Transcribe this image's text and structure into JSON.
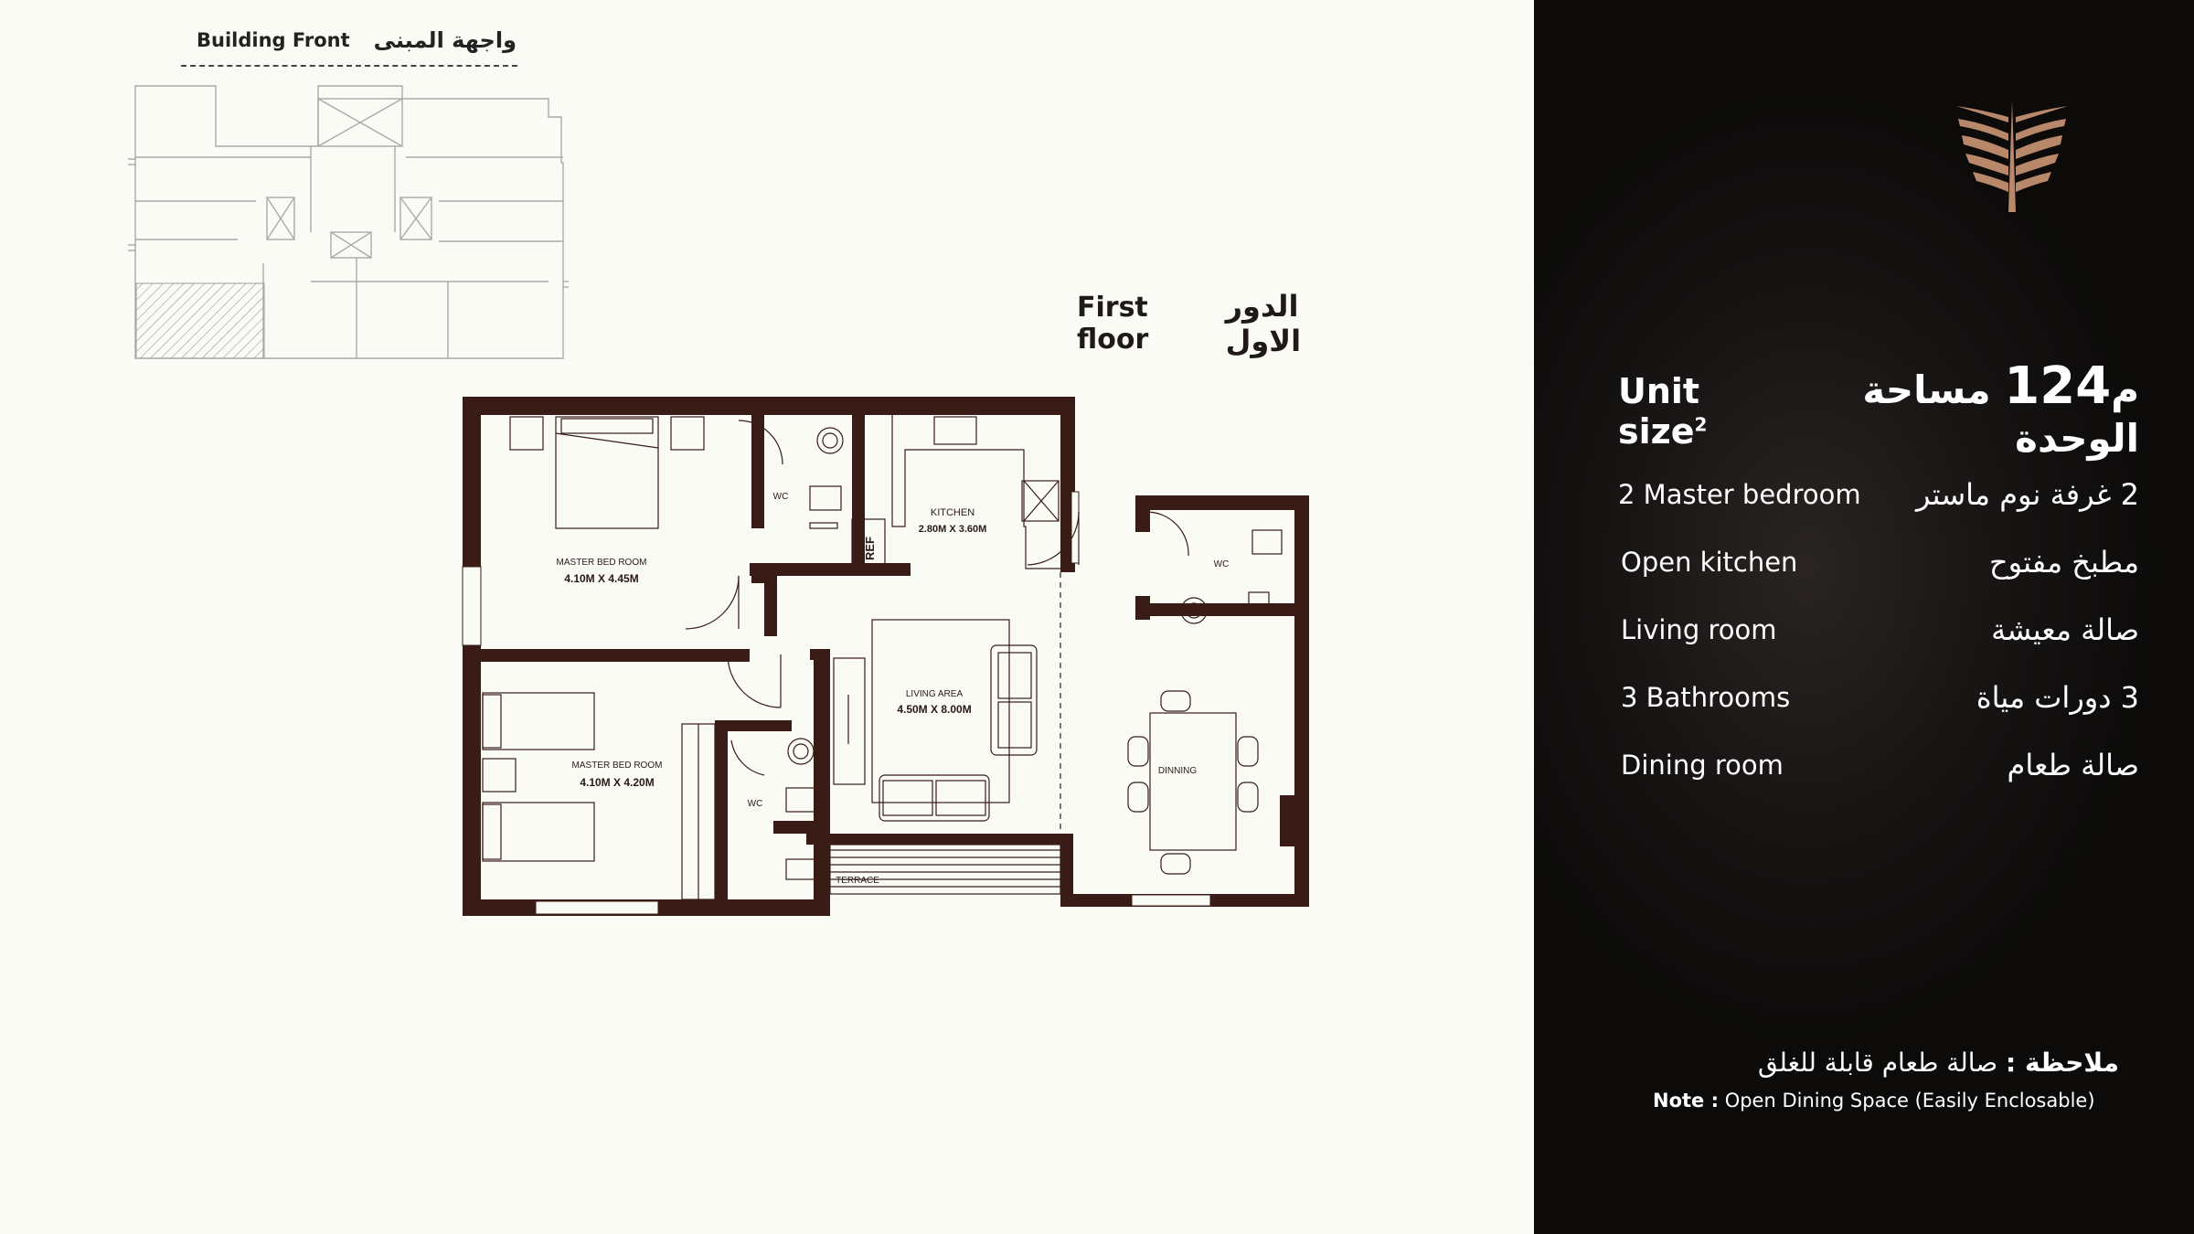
{
  "building_front": {
    "label_en": "Building Front",
    "label_ar": "واجهة المبنى"
  },
  "floor": {
    "label_en": "First floor",
    "label_ar": "الدور الاول"
  },
  "plan": {
    "master_bedroom_1": {
      "name": "MASTER BED ROOM",
      "dims": "4.10M X 4.45M"
    },
    "master_bedroom_2": {
      "name": "MASTER BED ROOM",
      "dims": "4.10M X 4.20M"
    },
    "kitchen": {
      "name": "KITCHEN",
      "dims": "2.80M X 3.60M"
    },
    "living": {
      "name": "LIVING AREA",
      "dims": "4.50M X 8.00M"
    },
    "dining": {
      "name": "DINNING"
    },
    "terrace": {
      "name": "TERRACE"
    },
    "wc": "WC",
    "ref": "REF"
  },
  "unit": {
    "label_en": "Unit size",
    "size_value": "124",
    "unit_ar": "م",
    "unit_sup": "2",
    "label_ar": "مساحة الوحدة"
  },
  "features": [
    {
      "en": "2 Master bedroom",
      "ar": "2 غرفة نوم ماستر"
    },
    {
      "en": "Open kitchen",
      "ar": "مطبخ مفتوح"
    },
    {
      "en": "Living room",
      "ar": "صالة معيشة"
    },
    {
      "en": "3 Bathrooms",
      "ar": "3 دورات مياة"
    },
    {
      "en": "Dining room",
      "ar": "صالة طعام"
    }
  ],
  "note": {
    "ar_label": "ملاحظة :",
    "ar_text": "صالة طعام قابلة للغلق",
    "en_label": "Note :",
    "en_text": "Open Dining Space (Easily Enclosable)"
  },
  "colors": {
    "wall": "#3a1c17",
    "panel": "#0d0c0b",
    "logo": "#b9876a"
  }
}
